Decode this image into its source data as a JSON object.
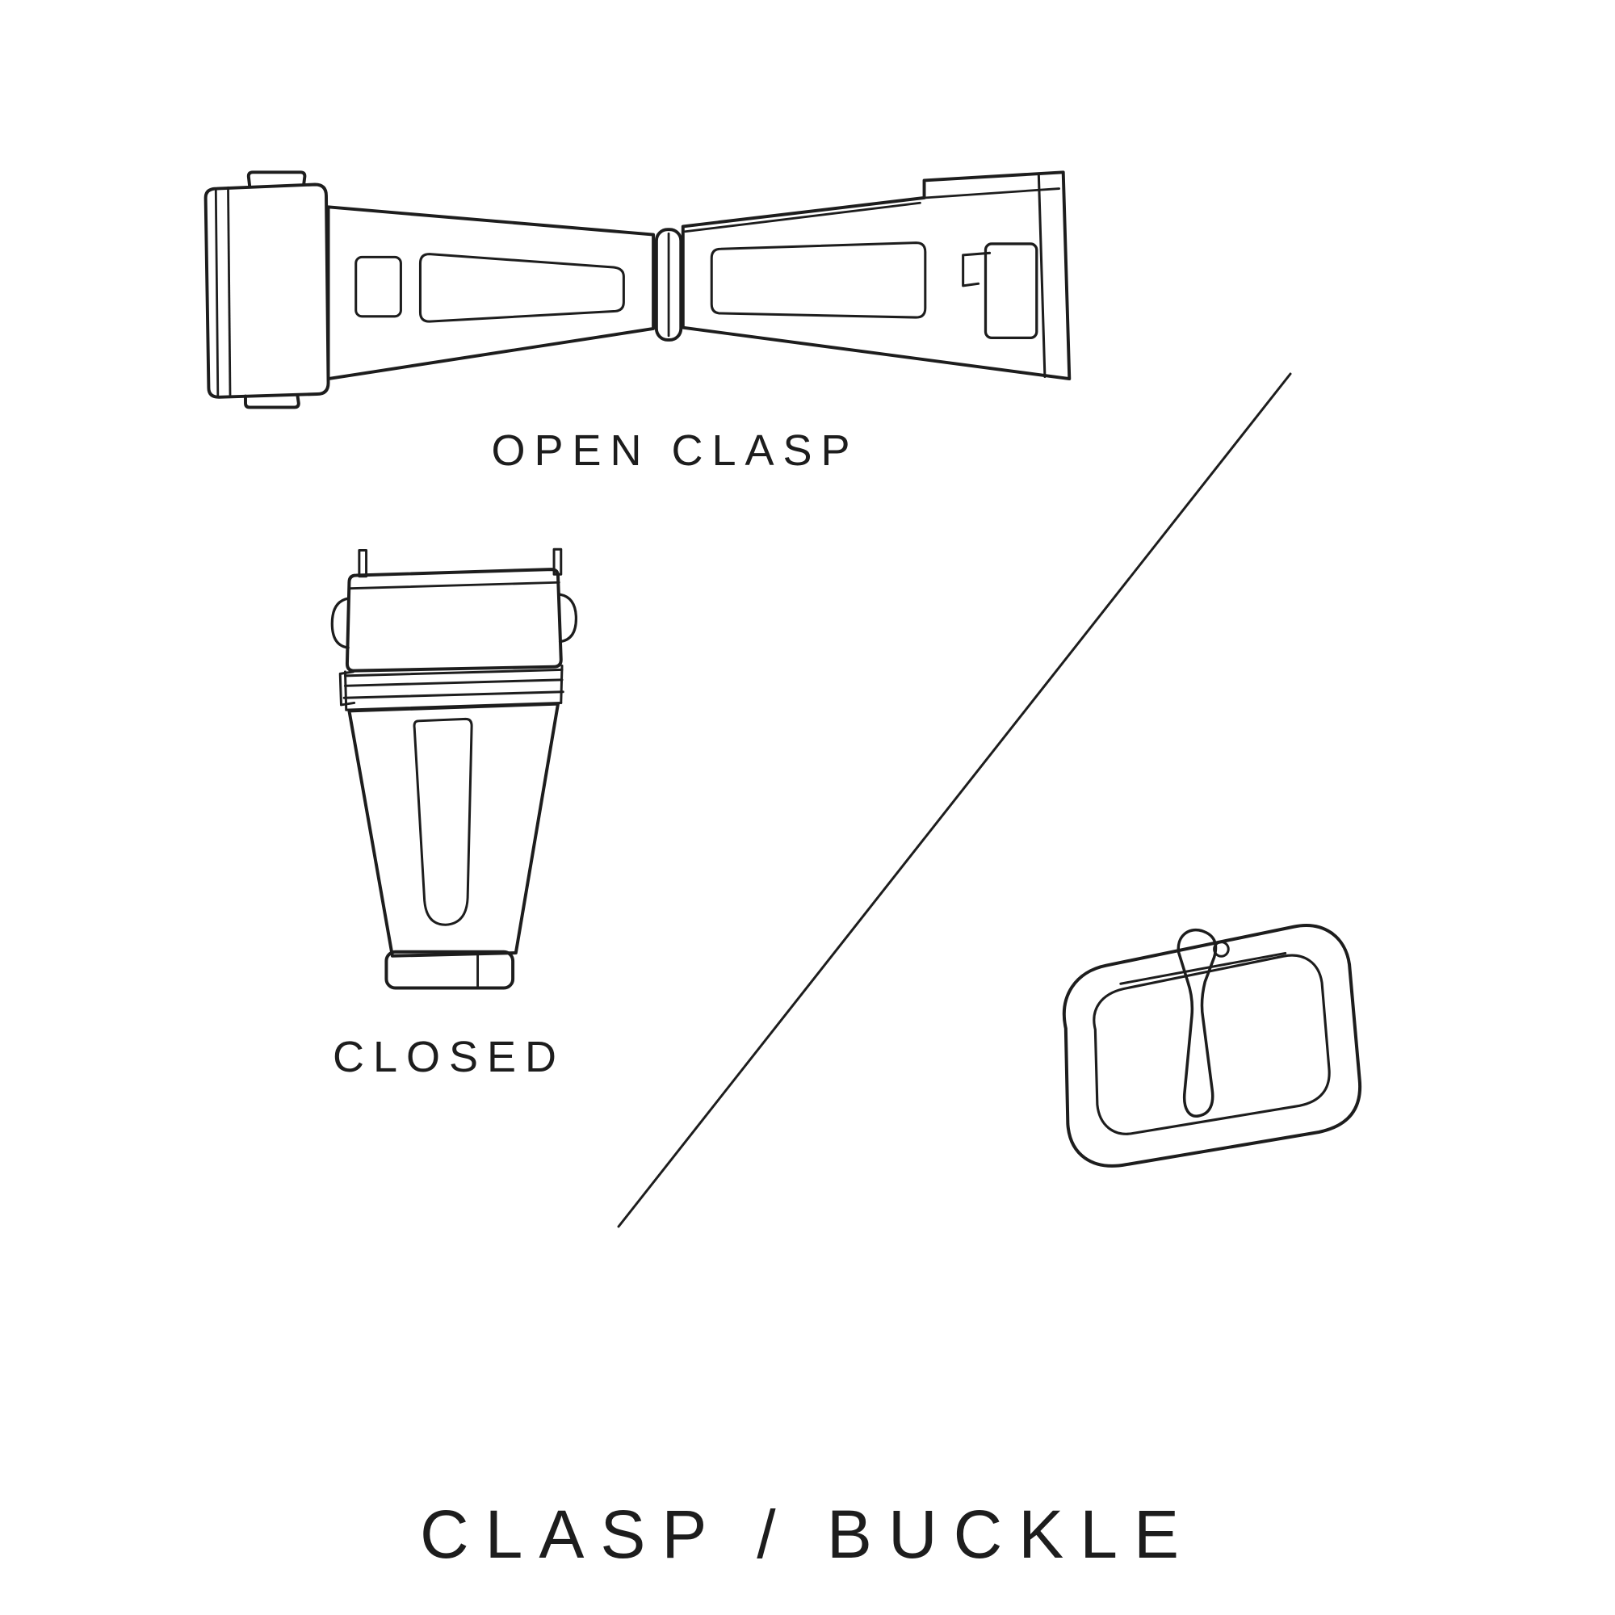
{
  "title": {
    "text": "CLASP / BUCKLE"
  },
  "labels": {
    "open_clasp": "OPEN CLASP",
    "closed": "CLOSED"
  },
  "colors": {
    "background": "#ffffff",
    "ink": "#1d1d1d"
  },
  "illustrations": {
    "open_clasp": "open-deployant-clasp-drawing",
    "closed_clasp": "closed-clasp-drawing",
    "buckle": "tang-buckle-drawing",
    "divider": "diagonal-divider-line"
  }
}
